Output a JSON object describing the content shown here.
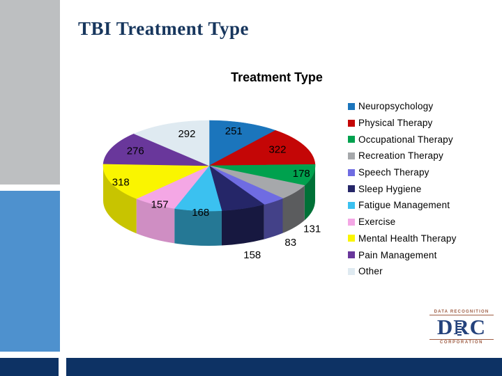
{
  "slide": {
    "title": "TBI Treatment Type"
  },
  "chart_data": {
    "type": "pie",
    "style": "3d",
    "title": "Treatment Type",
    "legend_position": "right",
    "start_angle_deg": -90,
    "direction": "clockwise",
    "categories": [
      "Neuropsychology",
      "Physical Therapy",
      "Occupational Therapy",
      "Recreation Therapy",
      "Speech Therapy",
      "Sleep Hygiene",
      "Fatigue Management",
      "Exercise",
      "Mental Health Therapy",
      "Pain Management",
      "Other"
    ],
    "values": [
      251,
      322,
      178,
      131,
      83,
      158,
      168,
      157,
      318,
      276,
      292
    ],
    "colors": [
      "#1B75BC",
      "#C40606",
      "#00A14E",
      "#A6A8AB",
      "#6F6CE2",
      "#252668",
      "#3BC1F0",
      "#F4A7E5",
      "#FAF500",
      "#69379B",
      "#DFEAF1"
    ],
    "data_labels_shown": true
  },
  "logo": {
    "top_text": "DATA RECOGNITION",
    "main_text": "DRC",
    "bottom_text": "CORPORATION"
  },
  "theme": {
    "title_color": "#17365D",
    "sidebar_gray": "#BDBFC1",
    "sidebar_blue": "#4E91CE",
    "footer_navy": "#0D3264",
    "logo_navy": "#24427C",
    "logo_maroon": "#9D5B41"
  }
}
